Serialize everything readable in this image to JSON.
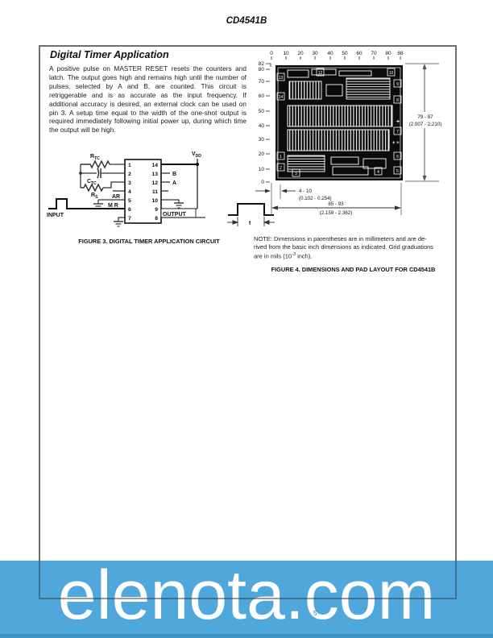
{
  "page": {
    "header_title": "CD4541B",
    "page_number": "5"
  },
  "article": {
    "title": "Digital Timer Application",
    "body": "A positive pulse on MASTER RESET resets the counters and latch. The output goes high and remains high until the number of pulses, selected by A and B, are counted. This circuit is retriggerable and is as accurate as the input frequency. If additional accuracy is desired, an external clock can be used on pin 3. A setup time equal to the width of the one-shot output is required immediately following initial power up, during which time the output will be high."
  },
  "figure3": {
    "caption": "FIGURE 3.  DIGITAL TIMER APPLICATION CIRCUIT",
    "labels": {
      "rtc": "R",
      "rtc_sub": "TC",
      "ctc": "C",
      "ctc_sub": "TC",
      "rs": "R",
      "rs_sub": "S",
      "vdd": "V",
      "vdd_sub": "DD",
      "ar": "AR",
      "mr": "M R",
      "input": "INPUT",
      "output": "OUTPUT",
      "a": "A",
      "b": "B",
      "t": "t"
    },
    "pins_left": [
      "1",
      "2",
      "3",
      "4",
      "5",
      "6",
      "7"
    ],
    "pins_right": [
      "14",
      "13",
      "12",
      "11",
      "10",
      "9",
      "8"
    ]
  },
  "figure4": {
    "caption": "FIGURE 4.  DIMENSIONS AND PAD LAYOUT FOR CD4541B",
    "x_ticks": [
      "0",
      "10",
      "20",
      "30",
      "40",
      "50",
      "60",
      "70",
      "80",
      "88"
    ],
    "y_ticks": [
      "82",
      "80",
      "70",
      "60",
      "50",
      "40",
      "30",
      "20",
      "10",
      "0"
    ],
    "dim_height_line1": "79 - 87",
    "dim_height_line2": "(2.007 - 2.210)",
    "dim_pad_line1": "4 - 10",
    "dim_pad_line2": "(0.102 - 0.254)",
    "dim_width_line1": "85 - 93",
    "dim_width_line2": "(2.159 - 2.362)",
    "pads": [
      "13",
      "14",
      "1",
      "2",
      "3",
      "4",
      "5",
      "6",
      "7",
      "8",
      "9",
      "10",
      "12"
    ],
    "plus_single": "+",
    "plus_double": "+ +",
    "note": {
      "l1": "NOTE:  Dimensions in parentheses are in millimeters and are de-",
      "l2": "rived from the basic inch dimensions as indicated. Grid graduations",
      "l3a": "are in mils (10",
      "l3sup": "-3",
      "l3b": " inch)."
    }
  },
  "footer": {
    "watermark": "elenota.com"
  }
}
